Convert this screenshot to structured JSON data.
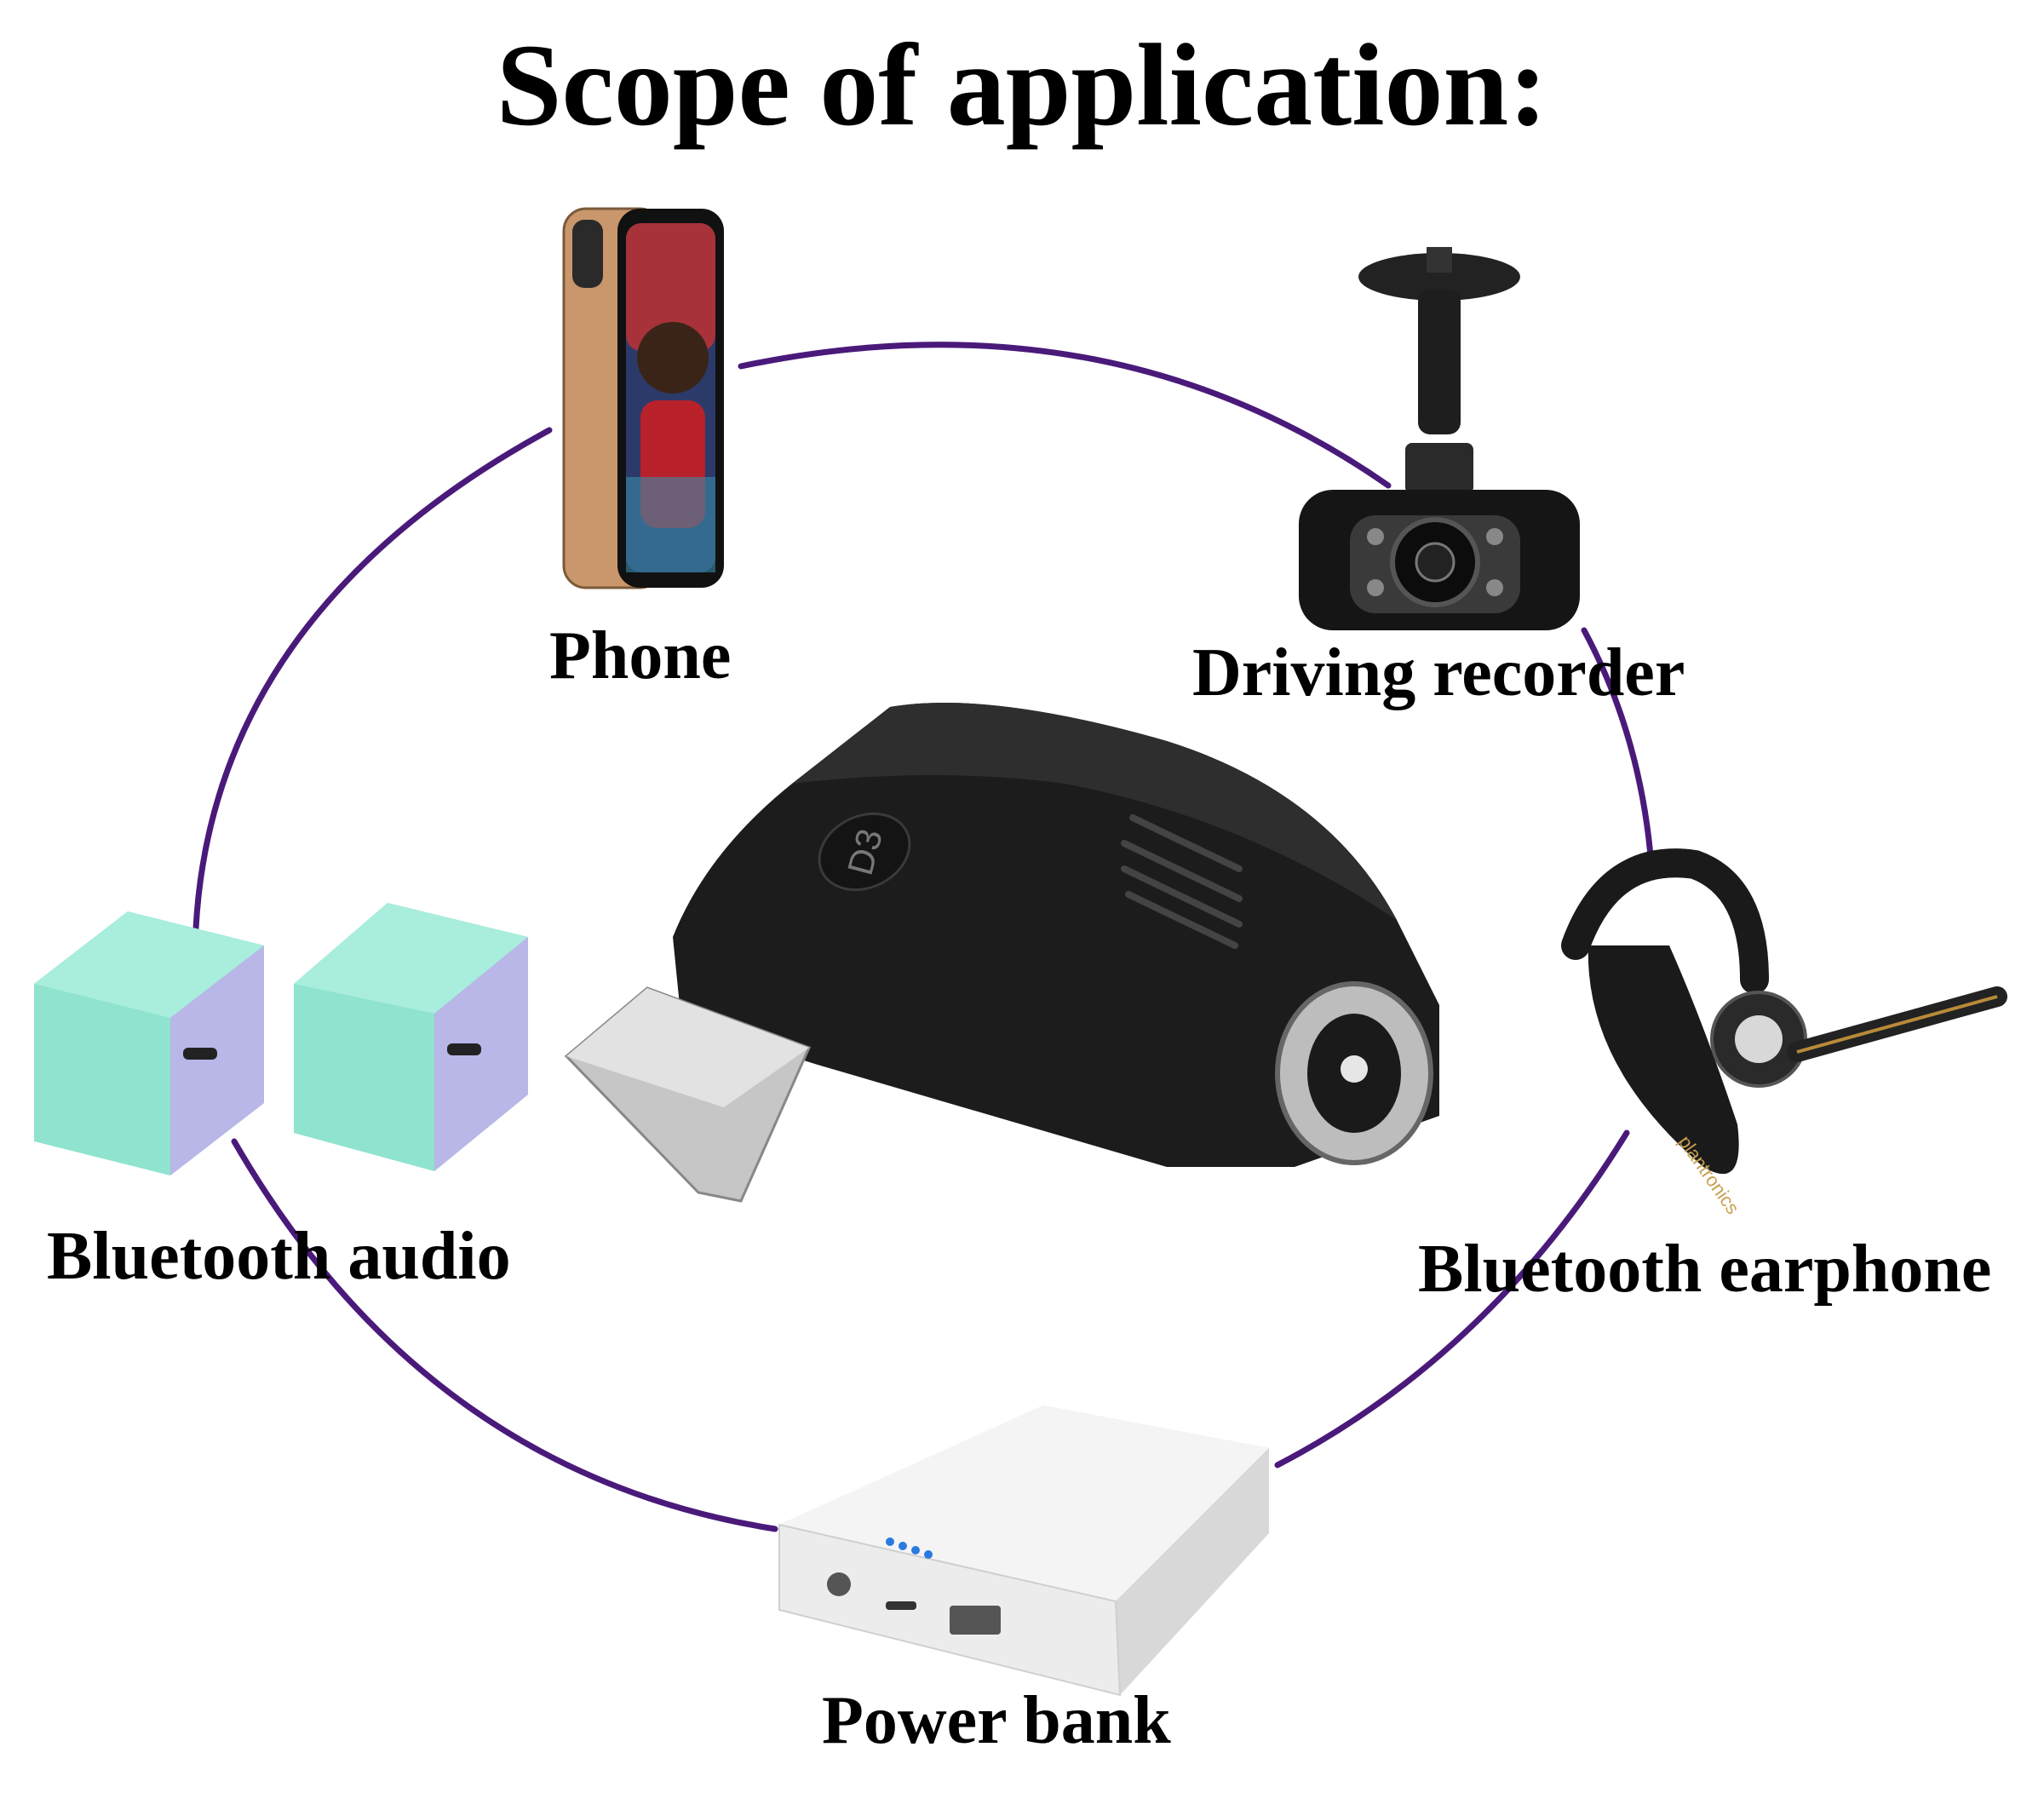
{
  "title": "Scope of application:",
  "devices": {
    "phone": "Phone",
    "driving_recorder": "Driving recorder",
    "bluetooth_audio": "Bluetooth audio",
    "bluetooth_earphone": "Bluetooth earphone",
    "power_bank": "Power bank"
  },
  "adapter_marking": "D3",
  "earphone_brand": "plantronics",
  "colors": {
    "ring": "#4a1a7a",
    "adapter": "#1c1c1c",
    "speaker": "#8fe3cf",
    "power_bank": "#f2f2f2",
    "phone_gold": "#c9976b"
  }
}
